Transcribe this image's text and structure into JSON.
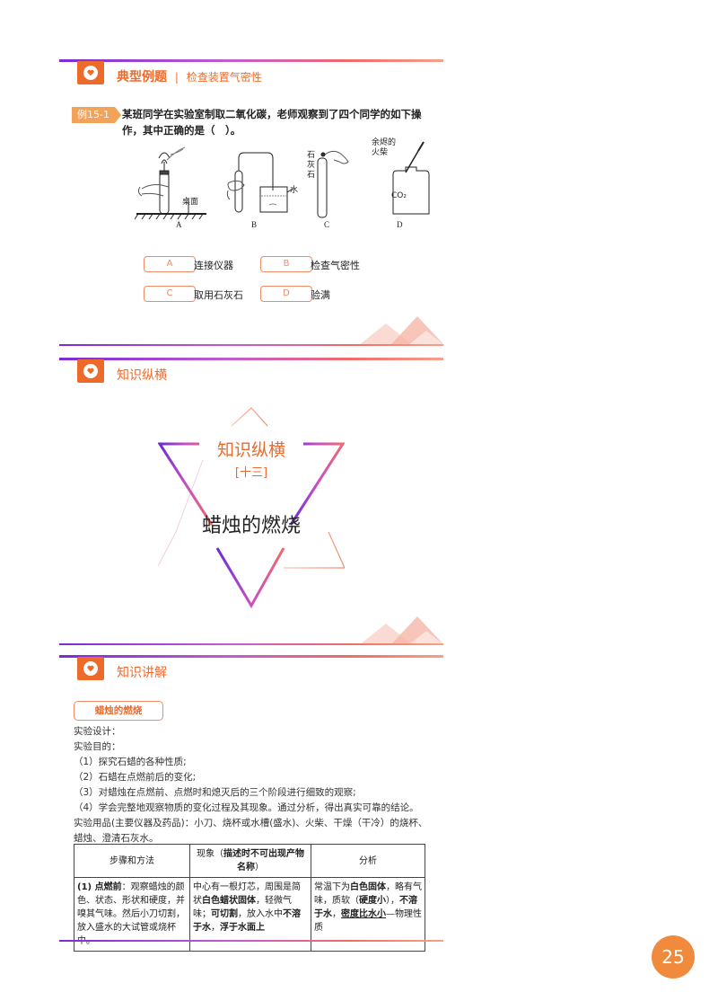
{
  "sections": {
    "example": {
      "title": "典型例题",
      "separator": "|",
      "subtitle": "检查装置气密性"
    },
    "knowledge_span": {
      "title": "知识纵横"
    },
    "knowledge_explain": {
      "title": "知识讲解"
    }
  },
  "example": {
    "badge": "例15-1",
    "question": "某班同学在实验室制取二氧化碳，老师观察到了四个同学的如下操作，其中正确的是（　）。",
    "figure_labels": {
      "a": "A",
      "b": "B",
      "c": "C",
      "d": "D",
      "desk": "桌面",
      "water": "水",
      "limestone": [
        "石",
        "灰",
        "石"
      ],
      "match": [
        "余烬的",
        "火柴"
      ],
      "co2": "CO₂"
    },
    "options": [
      {
        "key": "A",
        "text": "连接仪器"
      },
      {
        "key": "B",
        "text": "检查气密性"
      },
      {
        "key": "C",
        "text": "取用石灰石"
      },
      {
        "key": "D",
        "text": "验满"
      }
    ]
  },
  "banner": {
    "title": "知识纵横",
    "number": "[十三]",
    "topic": "蜡烛的燃烧"
  },
  "explain": {
    "tag": "蜡烛的燃烧",
    "lines": [
      "实验设计：",
      "实验目的：",
      "（1）探究石蜡的各种性质;",
      "（2）石蜡在点燃前后的变化;",
      "（3）对蜡烛在点燃前、点燃时和熄灭后的三个阶段进行细致的观察;",
      "（4）学会完整地观察物质的变化过程及其现象。通过分析，得出真实可靠的结论。",
      "实验用品(主要仪器及药品)：小刀、烧杯或水槽(盛水)、火柴、干燥（干冷）的烧杯、蜡烛、澄清石灰水。"
    ],
    "table": {
      "headers": {
        "steps": "步骤和方法",
        "phenomenon_pre": "现象（",
        "phenomenon_bold": "描述时不可出现产物名称",
        "phenomenon_post": "）",
        "analysis": "分析"
      },
      "row1": {
        "steps_bold": "(1) 点燃前",
        "steps_rest": "：观察蜡烛的颜色、状态、形状和硬度，并嗅其气味。然后小刀切割，放入盛水的大试管或烧杯中。",
        "ph_1": "中心有一根灯芯，周围是简状",
        "ph_2": "白色蜡状固体",
        "ph_3": "，轻微气味；",
        "ph_4": "可切割",
        "ph_5": "，放入水中",
        "ph_6": "不溶于水",
        "ph_7": "，",
        "ph_8": "浮于水面上",
        "an_1": "常温下为",
        "an_2": "白色固体",
        "an_3": "，略有气味，质软（",
        "an_4": "硬度小",
        "an_5": "），",
        "an_6": "不溶于水",
        "an_7": "，",
        "an_8": "密度比水小",
        "an_9": "—物理性质"
      }
    }
  },
  "page_number": "25",
  "colors": {
    "accent": "#ee6a2a",
    "purple": "#7b2bd6",
    "pink": "#f06a6a"
  }
}
